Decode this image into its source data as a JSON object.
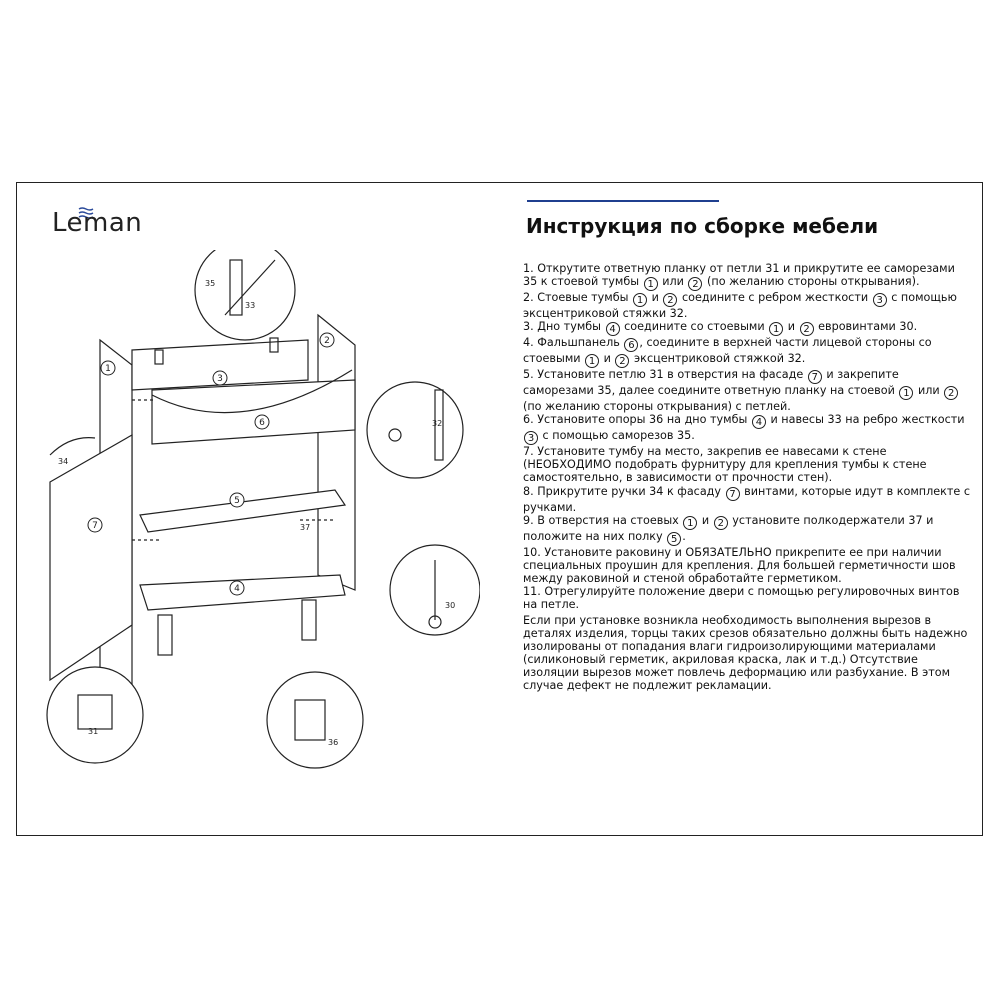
{
  "brand": {
    "logo_text": "Leman"
  },
  "header": {
    "title": "Инструкция по сборке мебели"
  },
  "steps": [
    [
      "1. Открутите ответную планку от петли 31 и прикрутите ее саморезами 35 к стоевой тумбы ",
      {
        "n": "1"
      },
      " или ",
      {
        "n": "2"
      },
      " (по желанию стороны открывания)."
    ],
    [
      "2. Стоевые тумбы ",
      {
        "n": "1"
      },
      " и ",
      {
        "n": "2"
      },
      " соедините с ребром жесткости ",
      {
        "n": "3"
      },
      " с помощью эксцентриковой стяжки 32."
    ],
    [
      "3. Дно тумбы ",
      {
        "n": "4"
      },
      " соедините со стоевыми ",
      {
        "n": "1"
      },
      " и ",
      {
        "n": "2"
      },
      " евровинтами 30."
    ],
    [
      "4. Фальшпанель ",
      {
        "n": "6"
      },
      ", соедините в верхней части лицевой стороны со стоевыми ",
      {
        "n": "1"
      },
      " и ",
      {
        "n": "2"
      },
      " эксцентриковой стяжкой 32."
    ],
    [
      "5. Установите петлю 31 в отверстия на фасаде ",
      {
        "n": "7"
      },
      " и закрепите саморезами 35, далее соедините ответную планку на стоевой ",
      {
        "n": "1"
      },
      " или ",
      {
        "n": "2"
      },
      " (по желанию стороны открывания) с петлей."
    ],
    [
      "6. Установите опоры 36 на дно тумбы ",
      {
        "n": "4"
      },
      " и навесы 33 на ребро жесткости ",
      {
        "n": "3"
      },
      " с помощью саморезов 35."
    ],
    [
      "7. Установите тумбу на место, закрепив ее навесами к стене (НЕОБХОДИМО подобрать фурнитуру для крепления тумбы к стене самостоятельно, в зависимости от прочности стен)."
    ],
    [
      "8. Прикрутите ручки 34 к фасаду ",
      {
        "n": "7"
      },
      " винтами, которые идут в комплекте с ручками."
    ],
    [
      "9. В отверстия на стоевых ",
      {
        "n": "1"
      },
      " и ",
      {
        "n": "2"
      },
      " установите полкодержатели 37 и положите на них полку ",
      {
        "n": "5"
      },
      "."
    ],
    [
      "10. Установите раковину и ОБЯЗАТЕЛЬНО прикрепите ее при наличии специальных проушин для крепления. Для большей герметичности шов между раковиной и стеной обработайте герметиком."
    ],
    [
      "11. Отрегулируйте положение двери с помощью регулировочных винтов на петле."
    ]
  ],
  "note": "Если при установке возникла необходимость выполнения вырезов в деталях изделия, торцы таких срезов обязательно должны быть надежно изолированы от попадания влаги гидроизолирующими материалами (силиконовый герметик, акриловая краска, лак и т.д.) Отсутствие изоляции вырезов может повлечь деформацию или разбухание. В этом случае дефект не подлежит рекламации.",
  "diagram": {
    "part_labels": [
      "1",
      "2",
      "3",
      "4",
      "5",
      "6",
      "7"
    ],
    "hardware_labels": [
      "30",
      "31",
      "32",
      "33",
      "34",
      "35",
      "36",
      "37"
    ]
  },
  "colors": {
    "accent": "#1f3f8f",
    "line": "#222222"
  }
}
